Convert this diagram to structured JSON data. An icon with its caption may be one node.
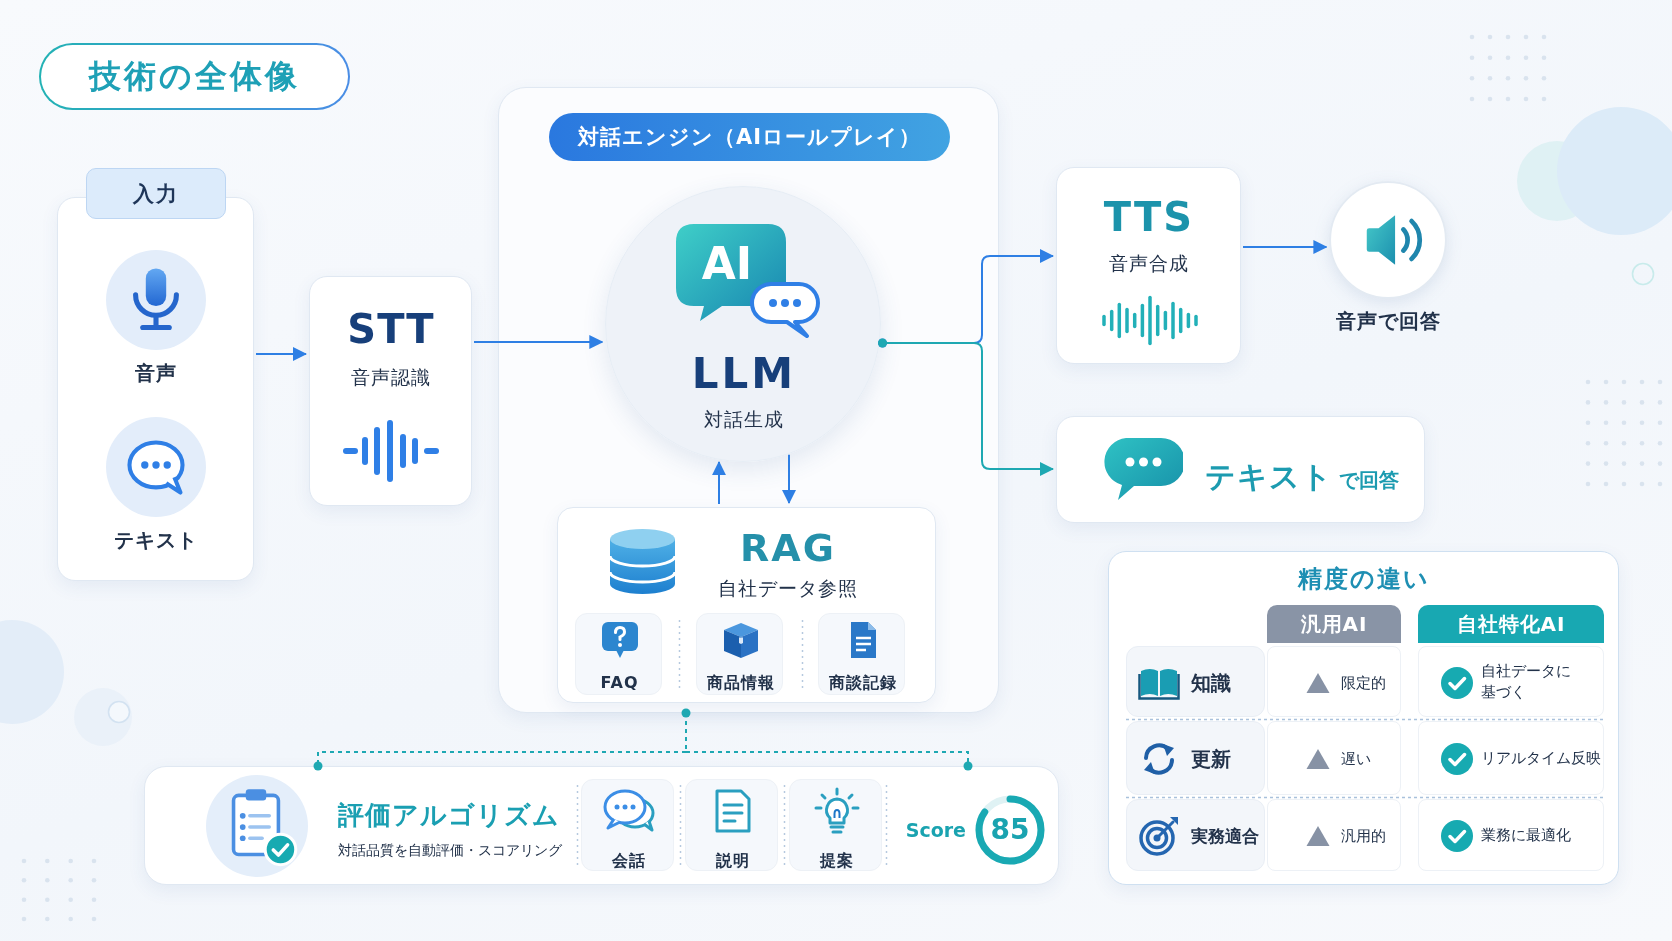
{
  "diagram": {
    "title": "技術の全体像",
    "nodes": [
      {
        "text": [
          "入力"
        ]
      },
      {
        "text": [],
        "shape": "circle",
        "in": 0,
        "beside": [
          "音声"
        ]
      },
      {
        "text": [],
        "shape": "circle",
        "in": 0,
        "beside": [
          "テキスト"
        ]
      },
      {
        "text": [
          "STT",
          "音声認識"
        ]
      },
      {
        "text": [
          "対話エンジン（AIロールプレイ）"
        ]
      },
      {
        "text": [
          "LLM",
          "対話生成"
        ],
        "in": 4
      },
      {
        "text": [
          "AI"
        ],
        "in": 5
      },
      {
        "text": [
          "RAG",
          "自社データ参照"
        ],
        "in": 4
      },
      {
        "text": [
          "FAQ"
        ],
        "in": 7
      },
      {
        "text": [
          "商品情報"
        ],
        "in": 7
      },
      {
        "text": [
          "商談記録"
        ],
        "in": 7
      },
      {
        "text": [
          "TTS",
          "音声合成"
        ]
      },
      {
        "text": [],
        "shape": "circle",
        "beside": [
          "音声で回答"
        ]
      },
      {
        "text": [
          "テキスト",
          "で回答"
        ]
      },
      {
        "text": [
          "精度の違い"
        ]
      },
      {
        "text": [
          "評価アルゴリズム",
          "対話品質を自動評価・スコアリング"
        ]
      },
      {
        "text": [
          "会話"
        ],
        "in": 15
      },
      {
        "text": [
          "説明"
        ],
        "in": 15
      },
      {
        "text": [
          "提案"
        ],
        "in": 15
      },
      {
        "text": [
          "85"
        ],
        "in": 15,
        "beside": [
          "Score"
        ]
      }
    ],
    "edges": [
      {
        "from": 0,
        "to": 3,
        "arrow": "to"
      },
      {
        "from": 3,
        "to": 5,
        "arrow": "to"
      },
      {
        "from": 5,
        "to": 11,
        "arrow": "to"
      },
      {
        "from": 5,
        "to": 13,
        "arrow": "to",
        "color": "#1ea8b2"
      },
      {
        "from": 11,
        "to": 12,
        "arrow": "to"
      },
      {
        "from": 7,
        "to": 5,
        "arrow": "to"
      },
      {
        "from": 5,
        "to": 7,
        "arrow": "to"
      },
      {
        "from": 4,
        "to": 15,
        "arrow": "other",
        "style": "dashed",
        "color": "#1ea8b2"
      }
    ],
    "labels": [
      "汎用AI",
      "自社特化AI",
      "知識",
      "限定的",
      "自社データに基づく",
      "更新",
      "遅い",
      "リアルタイム反映",
      "実務適合",
      "汎用的",
      "業務に最適化"
    ]
  }
}
